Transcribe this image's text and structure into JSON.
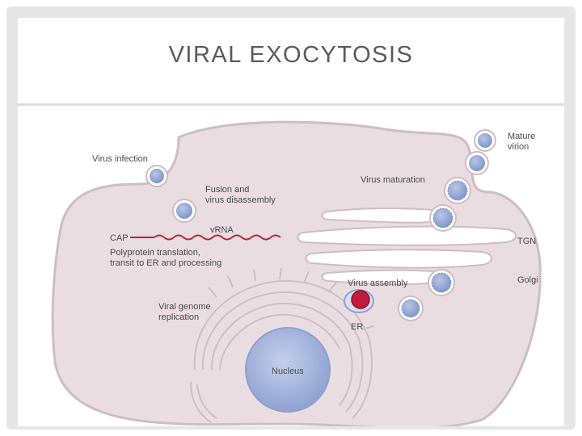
{
  "slide": {
    "title": "VIRAL EXOCYTOSIS"
  },
  "diagram": {
    "labels": {
      "virus_infection": "Virus infection",
      "fusion_line1": "Fusion and",
      "fusion_line2": "virus disassembly",
      "vrna": "vRNA",
      "cap": "CAP",
      "polyprotein_line1": "Polyprotein translation,",
      "polyprotein_line2": "transit to ER and processing",
      "genome_line1": "Viral genome",
      "genome_line2": "replication",
      "virus_assembly": "Virus assembly",
      "er": "ER",
      "nucleus": "Nucleus",
      "virus_maturation": "Virus maturation",
      "tgn": "TGN",
      "golgi": "Golgi",
      "mature_line1": "Mature",
      "mature_line2": "virion"
    },
    "colors": {
      "cytoplasm": "#eadde2",
      "membrane": "#cdbdc4",
      "nucleus": "#a9b8dc",
      "virion": "#8ea2cf",
      "assembly_core": "#c11d3a",
      "rna": "#b02a3a"
    }
  }
}
